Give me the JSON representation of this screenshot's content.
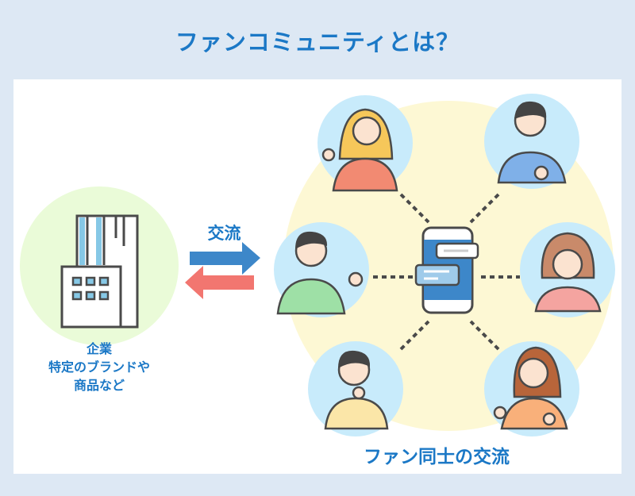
{
  "title": "ファンコミュニティとは？",
  "company": {
    "line1": "企業",
    "line2": "特定のブランドや",
    "line3": "商品など"
  },
  "exchange_label": "交流",
  "fan_label": "ファン同士の交流",
  "colors": {
    "accent": "#1b78c6",
    "arrow_blue": "#3d87c9",
    "arrow_red": "#f27670",
    "company_bg": "#eafbd8",
    "community_bg": "#fdf8d4",
    "person_bg": "#c8ebfb"
  }
}
